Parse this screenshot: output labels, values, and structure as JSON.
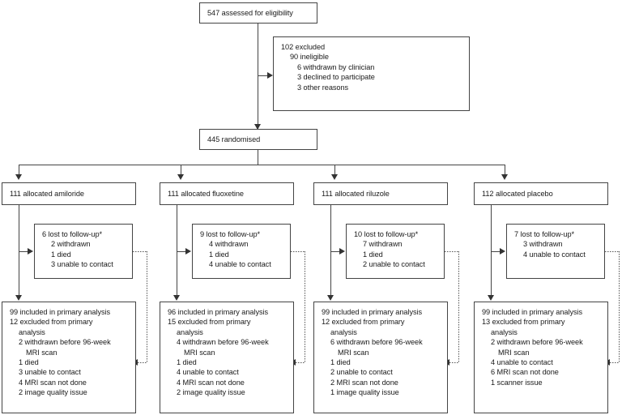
{
  "diagram": {
    "title": "CONSORT participant flow diagram",
    "colors": {
      "box_border": "#444444",
      "line": "#444444",
      "arrow": "#333333",
      "text": "#1a1a1a",
      "background": "#ffffff"
    },
    "assessed": {
      "lines": [
        {
          "text": "547 assessed for eligibility",
          "indent": 0
        }
      ]
    },
    "excluded": {
      "lines": [
        {
          "text": "102 excluded",
          "indent": 0
        },
        {
          "text": "90 ineligible",
          "indent": 1
        },
        {
          "text": "6 withdrawn by clinician",
          "indent": 2
        },
        {
          "text": "3 declined to participate",
          "indent": 2
        },
        {
          "text": "3 other reasons",
          "indent": 2
        }
      ]
    },
    "randomised": {
      "lines": [
        {
          "text": "445 randomised",
          "indent": 0
        }
      ]
    },
    "arms": [
      {
        "id": "amiloride",
        "allocation": {
          "lines": [
            {
              "text": "111 allocated amiloride",
              "indent": 0
            }
          ]
        },
        "lost": {
          "lines": [
            {
              "text": "6 lost to follow-up*",
              "indent": 0
            },
            {
              "text": "2 withdrawn",
              "indent": 1
            },
            {
              "text": "1 died",
              "indent": 1
            },
            {
              "text": "3 unable to contact",
              "indent": 1
            }
          ]
        },
        "analysis": {
          "lines": [
            {
              "text": "99 included in primary analysis",
              "indent": 0
            },
            {
              "text": "12 excluded from primary",
              "indent": 0
            },
            {
              "text": "analysis",
              "indent": 1
            },
            {
              "text": "2 withdrawn before 96-week",
              "indent": 1
            },
            {
              "text": "MRI scan",
              "indent": 2
            },
            {
              "text": "1 died",
              "indent": 1
            },
            {
              "text": "3 unable to contact",
              "indent": 1
            },
            {
              "text": "4 MRI scan not done",
              "indent": 1
            },
            {
              "text": "2 image quality issue",
              "indent": 1
            }
          ]
        }
      },
      {
        "id": "fluoxetine",
        "allocation": {
          "lines": [
            {
              "text": "111 allocated fluoxetine",
              "indent": 0
            }
          ]
        },
        "lost": {
          "lines": [
            {
              "text": "9 lost to follow-up*",
              "indent": 0
            },
            {
              "text": "4 withdrawn",
              "indent": 1
            },
            {
              "text": "1 died",
              "indent": 1
            },
            {
              "text": "4 unable to contact",
              "indent": 1
            }
          ]
        },
        "analysis": {
          "lines": [
            {
              "text": "96 included in primary analysis",
              "indent": 0
            },
            {
              "text": "15 excluded from primary",
              "indent": 0
            },
            {
              "text": "analysis",
              "indent": 1
            },
            {
              "text": "4 withdrawn before 96-week",
              "indent": 1
            },
            {
              "text": "MRI scan",
              "indent": 2
            },
            {
              "text": "1 died",
              "indent": 1
            },
            {
              "text": "4 unable to contact",
              "indent": 1
            },
            {
              "text": "4 MRI scan not done",
              "indent": 1
            },
            {
              "text": "2 image quality issue",
              "indent": 1
            }
          ]
        }
      },
      {
        "id": "riluzole",
        "allocation": {
          "lines": [
            {
              "text": "111 allocated riluzole",
              "indent": 0
            }
          ]
        },
        "lost": {
          "lines": [
            {
              "text": "10 lost to follow-up*",
              "indent": 0
            },
            {
              "text": "7 withdrawn",
              "indent": 1
            },
            {
              "text": "1 died",
              "indent": 1
            },
            {
              "text": "2 unable to contact",
              "indent": 1
            }
          ]
        },
        "analysis": {
          "lines": [
            {
              "text": "99 included in primary analysis",
              "indent": 0
            },
            {
              "text": "12 excluded from primary",
              "indent": 0
            },
            {
              "text": "analysis",
              "indent": 1
            },
            {
              "text": "6 withdrawn before 96-week",
              "indent": 1
            },
            {
              "text": "MRI scan",
              "indent": 2
            },
            {
              "text": "1 died",
              "indent": 1
            },
            {
              "text": "2 unable to contact",
              "indent": 1
            },
            {
              "text": "2 MRI scan not done",
              "indent": 1
            },
            {
              "text": "1 image quality issue",
              "indent": 1
            }
          ]
        }
      },
      {
        "id": "placebo",
        "allocation": {
          "lines": [
            {
              "text": "112 allocated placebo",
              "indent": 0
            }
          ]
        },
        "lost": {
          "lines": [
            {
              "text": "7 lost to follow-up*",
              "indent": 0
            },
            {
              "text": "3 withdrawn",
              "indent": 1
            },
            {
              "text": "4 unable to contact",
              "indent": 1
            }
          ]
        },
        "analysis": {
          "lines": [
            {
              "text": "99 included in primary analysis",
              "indent": 0
            },
            {
              "text": "13 excluded from primary",
              "indent": 0
            },
            {
              "text": "analysis",
              "indent": 1
            },
            {
              "text": "2 withdrawn before 96-week",
              "indent": 1
            },
            {
              "text": "MRI scan",
              "indent": 2
            },
            {
              "text": "4 unable to contact",
              "indent": 1
            },
            {
              "text": "6 MRI scan not done",
              "indent": 1
            },
            {
              "text": "1 scanner issue",
              "indent": 1
            }
          ]
        }
      }
    ]
  }
}
